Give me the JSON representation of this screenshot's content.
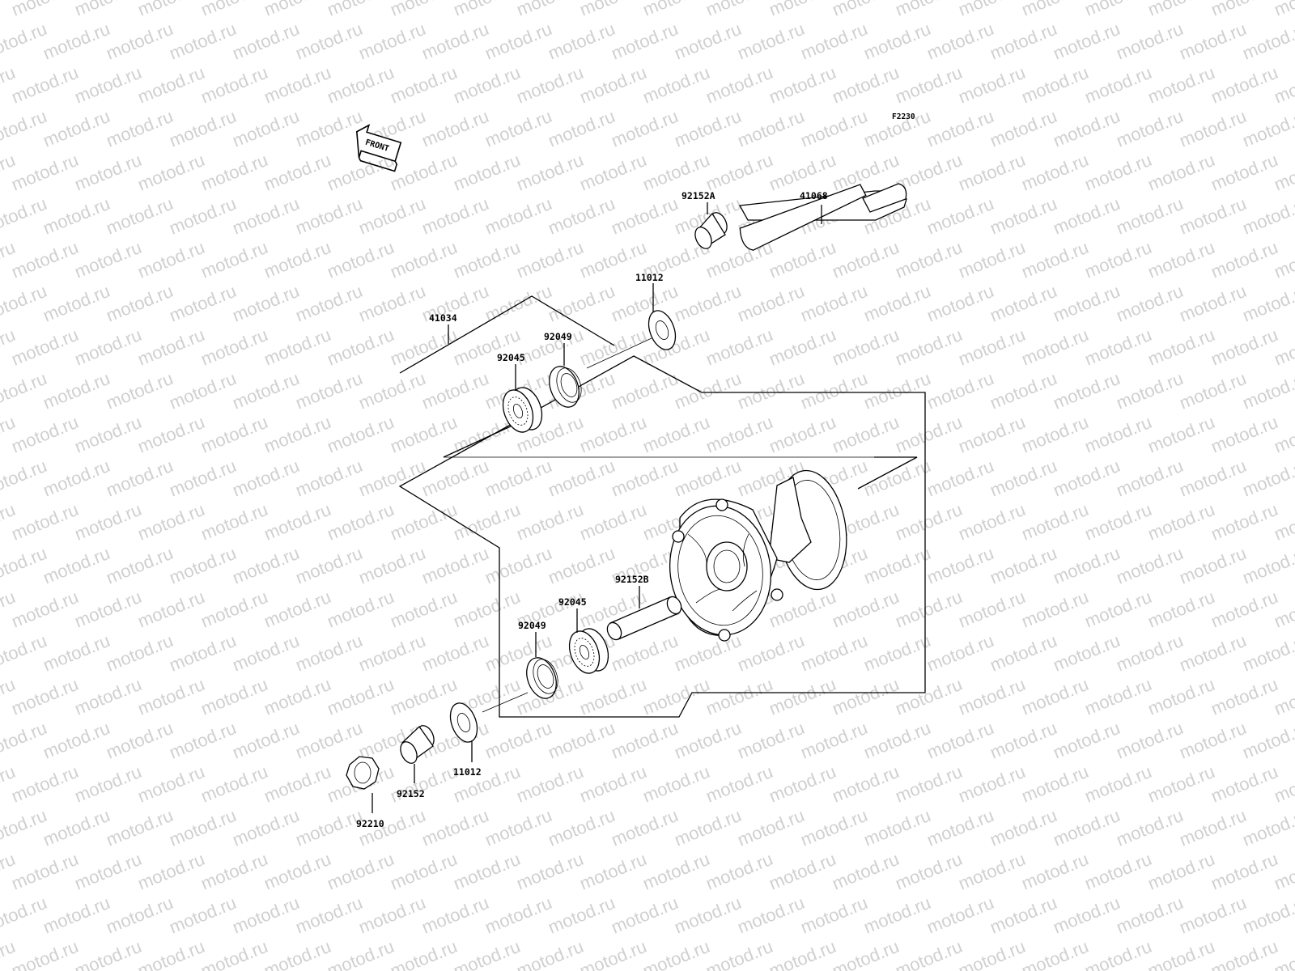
{
  "watermark": "motod.ru",
  "figure_code": "F2230",
  "front_label": "FRONT",
  "parts": {
    "axle": "41068",
    "collar_a": "92152A",
    "seal_top": "11012",
    "hub_assembly": "41034",
    "bearing_top": "92045",
    "circlip_top": "92049",
    "collar_b": "92152B",
    "bearing_bottom": "92045",
    "circlip_bottom": "92049",
    "seal_bottom": "11012",
    "collar_bottom": "92152",
    "axle_nut": "92210"
  }
}
